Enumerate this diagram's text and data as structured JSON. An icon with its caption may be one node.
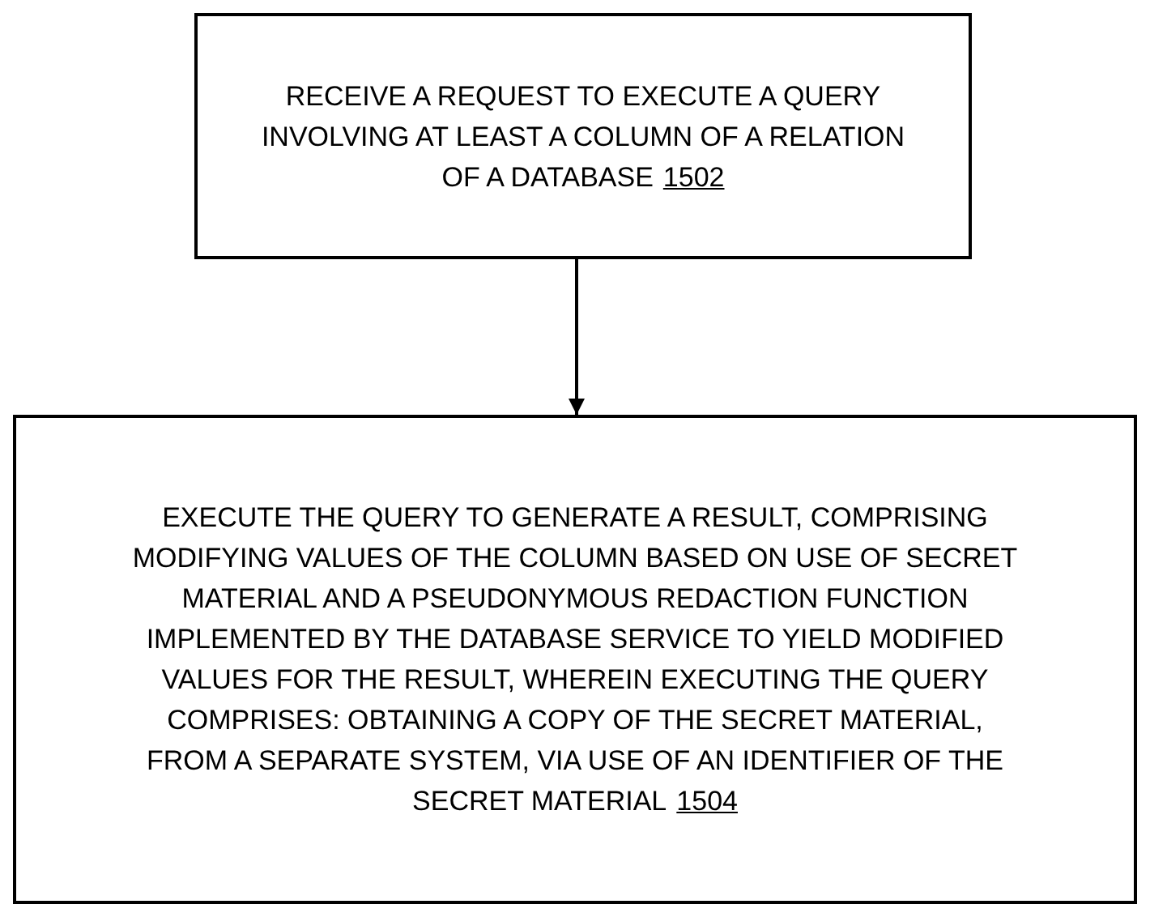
{
  "diagram": {
    "nodes": [
      {
        "text": [
          "RECEIVE A REQUEST TO EXECUTE A QUERY INVOLVING AT LEAST A COLUMN OF A RELATION OF A DATABASE",
          "1502"
        ]
      },
      {
        "text": [
          "EXECUTE THE QUERY TO GENERATE A RESULT, COMPRISING MODIFYING VALUES OF THE COLUMN BASED ON USE OF SECRET MATERIAL AND A PSEUDONYMOUS REDACTION FUNCTION IMPLEMENTED BY THE DATABASE SERVICE TO YIELD MODIFIED VALUES FOR THE RESULT, WHEREIN EXECUTING THE QUERY COMPRISES: OBTAINING A COPY OF THE SECRET MATERIAL, FROM A SEPARATE SYSTEM, VIA USE OF AN IDENTIFIER OF THE SECRET MATERIAL",
          "1504"
        ]
      }
    ],
    "edges": [
      {
        "from": 0,
        "to": 1,
        "arrow": "to"
      }
    ]
  }
}
